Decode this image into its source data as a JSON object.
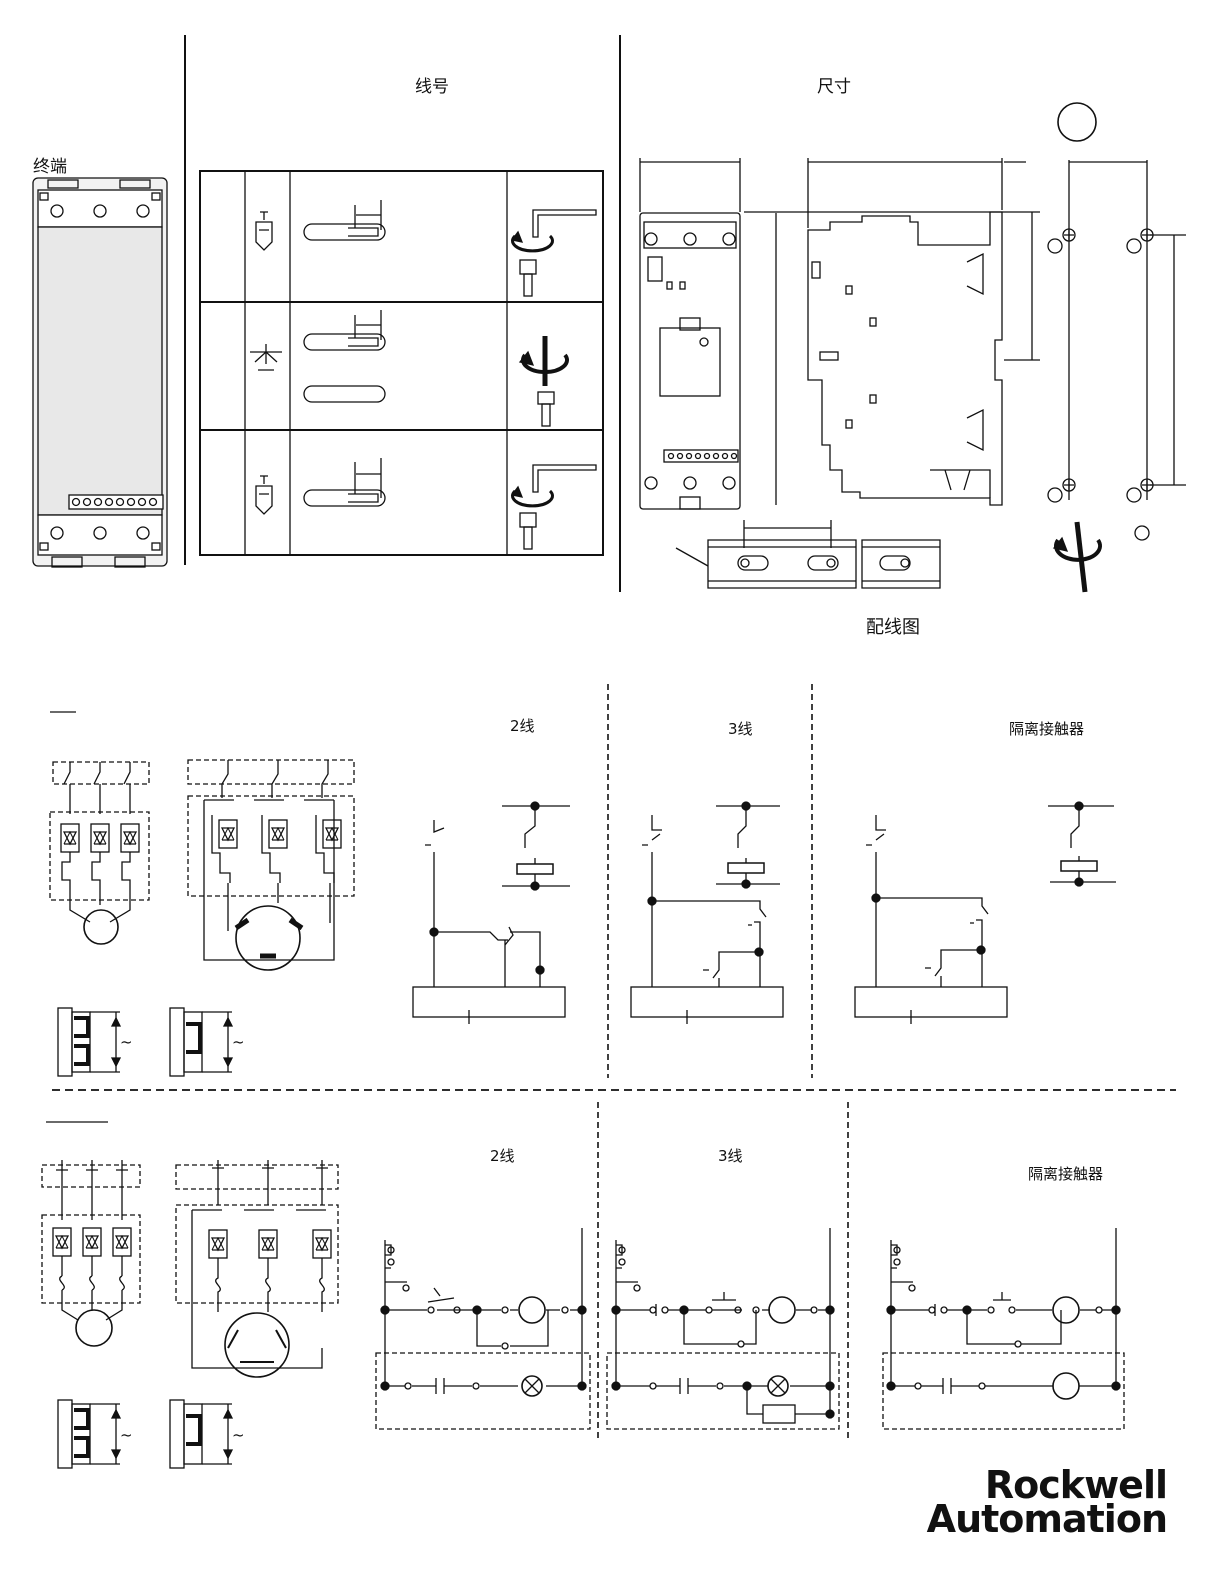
{
  "top": {
    "terminals_title": "终端",
    "wire_title": "线号",
    "dimensions_title": "尺寸",
    "wiring_diagram_title": "配线图"
  },
  "wiring_top": {
    "col_2wire": "2线",
    "col_3wire": "3线",
    "col_isolation": "隔离接触器",
    "tilde1": "~",
    "tilde2": "~"
  },
  "wiring_bottom": {
    "col_2wire": "2线",
    "col_3wire": "3线",
    "col_isolation": "隔离接触器",
    "tilde1": "~",
    "tilde2": "~"
  },
  "brand": {
    "line1": "Rockwell",
    "line2": "Automation"
  }
}
